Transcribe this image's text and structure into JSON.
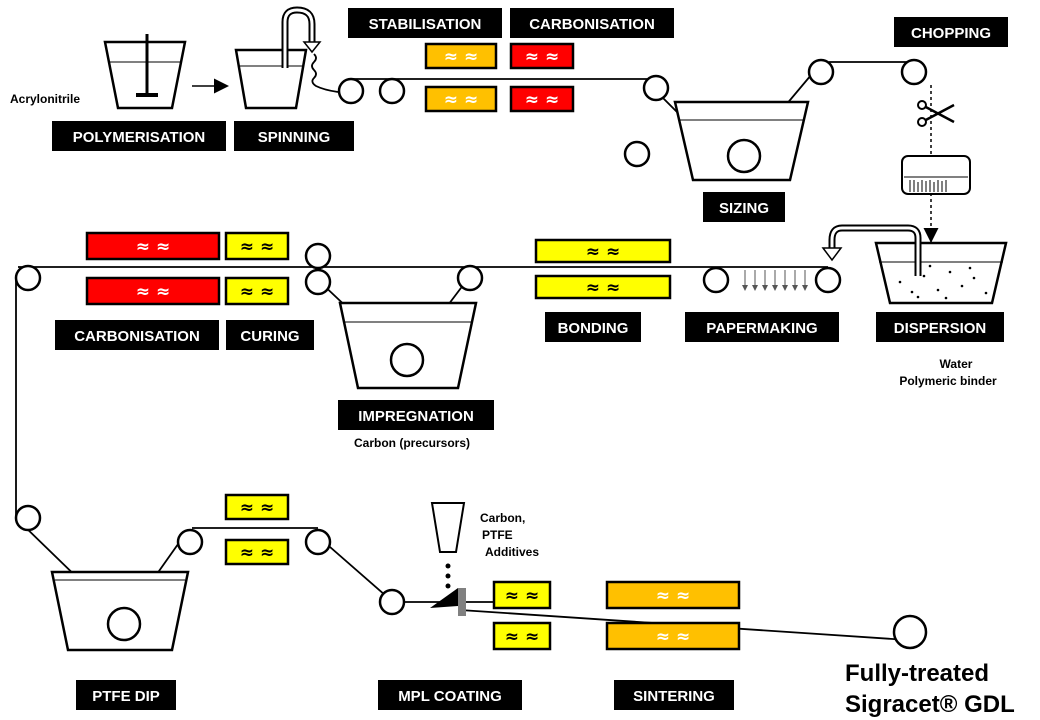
{
  "colors": {
    "red": "#ff0000",
    "orange": "#ffc000",
    "yellow": "#ffff00",
    "tag_bg": "#000000"
  },
  "steps": {
    "polymerisation": "POLYMERISATION",
    "spinning": "SPINNING",
    "stabilisation": "STABILISATION",
    "carbonisation_top": "CARBONISATION",
    "chopping": "CHOPPING",
    "sizing": "SIZING",
    "dispersion": "DISPERSION",
    "papermaking": "PAPERMAKING",
    "bonding": "BONDING",
    "impregnation": "IMPREGNATION",
    "curing": "CURING",
    "carbonisation_mid": "CARBONISATION",
    "ptfe_dip": "PTFE DIP",
    "mpl_coating": "MPL COATING",
    "sintering": "SINTERING"
  },
  "notes": {
    "acrylonitrile": "Acrylonitrile",
    "water": "Water",
    "binder": "Polymeric binder",
    "carbon_precursors": "Carbon (precursors)",
    "mpl_line1": "Carbon,",
    "mpl_line2": "PTFE",
    "mpl_line3": "Additives"
  },
  "product": {
    "line1": "Fully-treated",
    "line2": "Sigracet® GDL"
  },
  "heater_symbol": "≈ ≈",
  "icons": {
    "arrow": "arrow-icon",
    "scissors": "scissors-icon",
    "stirrer": "stirrer-icon"
  }
}
